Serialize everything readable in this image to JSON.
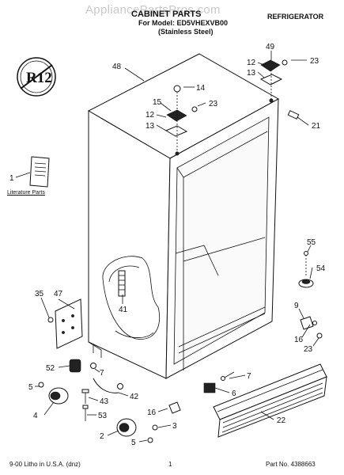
{
  "header": {
    "watermark": "AppliancePartsPros.com",
    "title": "CABINET PARTS",
    "model_line": "For Model: ED5VHEXVB00",
    "finish": "(Stainless Steel)",
    "category": "REFRIGERATOR"
  },
  "logo": {
    "text": "R12"
  },
  "literature": {
    "label": "Literature Parts"
  },
  "parts": {
    "p48": "48",
    "p49": "49",
    "p23a": "23",
    "p12a": "12",
    "p13a": "13",
    "p14": "14",
    "p15": "15",
    "p23b": "23",
    "p12b": "12",
    "p13b": "13",
    "p21": "21",
    "p1": "1",
    "p55": "55",
    "p54": "54",
    "p35": "35",
    "p47": "47",
    "p41": "41",
    "p9": "9",
    "p16a": "16",
    "p23c": "23",
    "p52": "52",
    "p7a": "7",
    "p7b": "7",
    "p5a": "5",
    "p6": "6",
    "p42": "42",
    "p43": "43",
    "p4": "4",
    "p53": "53",
    "p16b": "16",
    "p22": "22",
    "p3": "3",
    "p2": "2",
    "p5b": "5"
  },
  "footer": {
    "left": "9-00 Litho in U.S.A. (dnz)",
    "page": "1",
    "part_no": "Part No. 4388663"
  }
}
